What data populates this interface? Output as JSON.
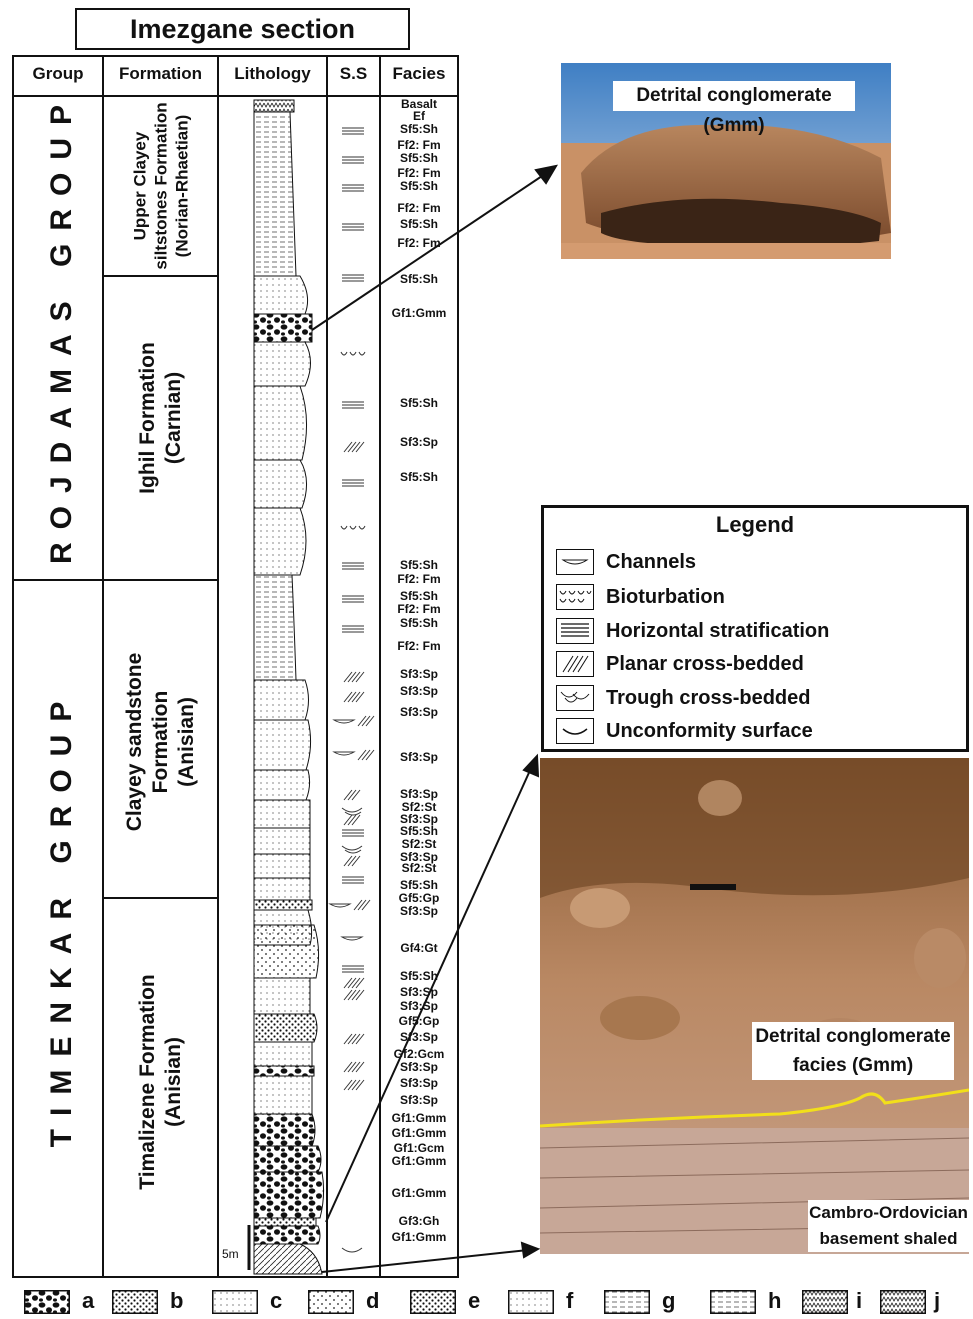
{
  "title": "Imezgane section",
  "headers": {
    "group": "Group",
    "formation": "Formation",
    "lithology": "Lithology",
    "ss": "S.S",
    "facies": "Facies"
  },
  "groups": {
    "upper": "ROJDAMAS GROUP",
    "lower": "TIMENKAR GROUP"
  },
  "formations": {
    "f1": "Upper Clayey\nsiltstones Formation\n(Norian-Rhaetian)",
    "f2": "Ighil Formation\n(Carnian)",
    "f3": "Clayey sandstone\nFormation\n(Anisian)",
    "f4": "Timalizene Formation\n(Anisian)"
  },
  "facies": [
    "Basalt",
    "Ef",
    "Sf5:Sh",
    "Ff2: Fm",
    "Sf5:Sh",
    "Ff2: Fm",
    "Sf5:Sh",
    "Ff2: Fm",
    "Sf5:Sh",
    "Ff2: Fm",
    "Sf5:Sh",
    "Gf1:Gmm",
    "Sf5:Sh",
    "Sf3:Sp",
    "Sf5:Sh",
    "Sf5:Sh",
    "Ff2: Fm",
    "Sf5:Sh",
    "Ff2: Fm",
    "Sf5:Sh",
    "Ff2: Fm",
    "Sf3:Sp",
    "Sf3:Sp",
    "Sf3:Sp",
    "Sf3:Sp",
    "Sf3:Sp",
    "Sf2:St",
    "Sf3:Sp",
    "Sf5:Sh",
    "Sf2:St",
    "Sf3:Sp",
    "Sf2:St",
    "Sf5:Sh",
    "Gf5:Gp",
    "Sf3:Sp",
    "Gf4:Gt",
    "Sf5:Sh",
    "Sf3:Sp",
    "Sf3:Sp",
    "Gf5:Gp",
    "Sf3:Sp",
    "Gf2:Gcm",
    "Sf3:Sp",
    "Sf3:Sp",
    "Sf3:Sp",
    "Gf1:Gmm",
    "Gf1:Gmm",
    "Gf1:Gcm",
    "Gf1:Gmm",
    "Gf1:Gmm",
    "Gf3:Gh",
    "Gf1:Gmm"
  ],
  "scale_label": "5m",
  "photos": {
    "top_caption": "Detrital conglomerate (Gmm)",
    "bottom_caption_1": "Detrital conglomerate",
    "bottom_caption_2": "facies (Gmm)",
    "basement_caption_1": "Cambro-Ordovician",
    "basement_caption_2": "basement shaled"
  },
  "legend": {
    "title": "Legend",
    "items": [
      {
        "label": "Channels",
        "icon": "channel-icon"
      },
      {
        "label": "Bioturbation",
        "icon": "bioturbation-icon"
      },
      {
        "label": "Horizontal stratification",
        "icon": "horizontal-stratification-icon"
      },
      {
        "label": "Planar cross-bedded",
        "icon": "planar-cross-bedding-icon"
      },
      {
        "label": "Trough cross-bedded",
        "icon": "trough-cross-bedding-icon"
      },
      {
        "label": "Unconformity surface",
        "icon": "unconformity-icon"
      }
    ]
  },
  "lithology_key": [
    "a",
    "b",
    "c",
    "d",
    "e",
    "f",
    "g",
    "h",
    "i",
    "j"
  ]
}
